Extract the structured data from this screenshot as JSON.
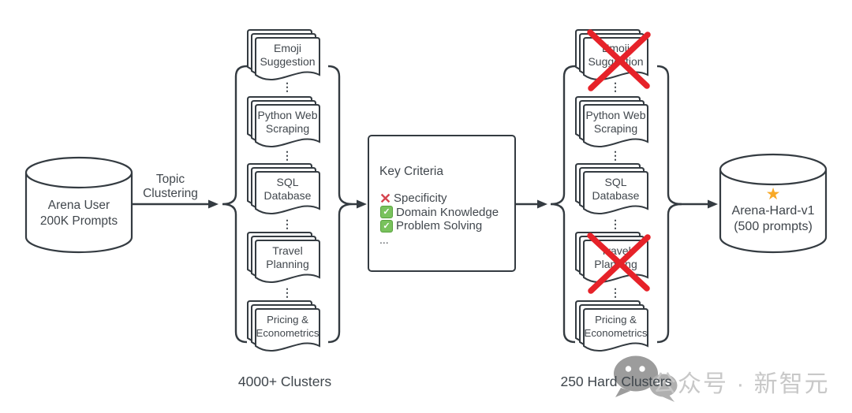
{
  "source_db": {
    "label": "Arena User\n200K Prompts"
  },
  "arrow1": {
    "label": "Topic\nClustering"
  },
  "clusters": {
    "caption": "4000+ Clusters",
    "ellipsis": "⋮",
    "items": [
      {
        "label": "Emoji\nSuggestion"
      },
      {
        "label": "Python Web\nScraping"
      },
      {
        "label": "SQL\nDatabase"
      },
      {
        "label": "Travel\nPlanning"
      },
      {
        "label": "Pricing &\nEconometrics"
      }
    ]
  },
  "criteria": {
    "title": "Key Criteria",
    "x_glyph": "✕",
    "check_glyph": "✓",
    "more": "...",
    "items": [
      {
        "icon": "red-x-icon",
        "label": "Specificity"
      },
      {
        "icon": "green-check-icon",
        "label": "Domain Knowledge"
      },
      {
        "icon": "green-check-icon",
        "label": "Problem Solving"
      }
    ]
  },
  "hard_clusters": {
    "caption": "250 Hard Clusters",
    "ellipsis": "⋮",
    "items": [
      {
        "label": "Emoji\nSuggestion",
        "excluded": true
      },
      {
        "label": "Python Web\nScraping",
        "excluded": false
      },
      {
        "label": "SQL\nDatabase",
        "excluded": false
      },
      {
        "label": "Travel\nPlanning",
        "excluded": true
      },
      {
        "label": "Pricing &\nEconometrics",
        "excluded": false
      }
    ]
  },
  "output_db": {
    "star": "★",
    "label": "Arena-Hard-v1\n(500 prompts)"
  },
  "watermark": {
    "icon": "wechat-icon",
    "text": "公众号 · 新智元"
  },
  "colors": {
    "stroke": "#343b41",
    "text": "#41474d",
    "big_x_red": "#e62229",
    "criteria_red": "#d5444f",
    "check_green": "#79c25d",
    "star_orange": "#f8a927",
    "watermark_icon_gray": "#9c9c9c",
    "watermark_text_gray": "#c8c8c8"
  }
}
